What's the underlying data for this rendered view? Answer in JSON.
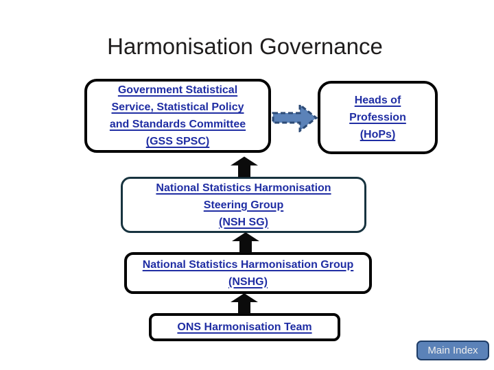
{
  "slide": {
    "title": "Harmonisation Governance",
    "boxes": {
      "gss_spsc": {
        "lines": [
          "Government Statistical",
          "Service, Statistical Policy",
          "and Standards Committee",
          "(GSS SPSC)"
        ]
      },
      "hops": {
        "lines": [
          "Heads of",
          "Profession",
          "(HoPs)"
        ]
      },
      "nsh_sg": {
        "lines": [
          "National Statistics Harmonisation",
          "Steering Group",
          "(NSH SG)"
        ]
      },
      "nshg": {
        "lines": [
          "National Statistics Harmonisation Group",
          "(NSHG)"
        ]
      },
      "ons_team": {
        "lines": [
          "ONS Harmonisation Team"
        ]
      }
    },
    "button": {
      "label": "Main Index"
    },
    "colors": {
      "title_text": "#1f1d1d",
      "link_blue": "#1f2da3",
      "box_border_black": "#000000",
      "steering_box_border": "#17333f",
      "black_arrow": "#0b0b0b",
      "blue_arrow_fill": "#5b82b8",
      "blue_arrow_stroke": "#2c4a75",
      "button_fill": "#5b82b8",
      "button_border": "#1e3c66",
      "button_text": "#ededed"
    },
    "icons": {
      "right_arrow": "dashed-right-block-arrow",
      "up_arrow": "solid-up-block-arrow"
    }
  }
}
